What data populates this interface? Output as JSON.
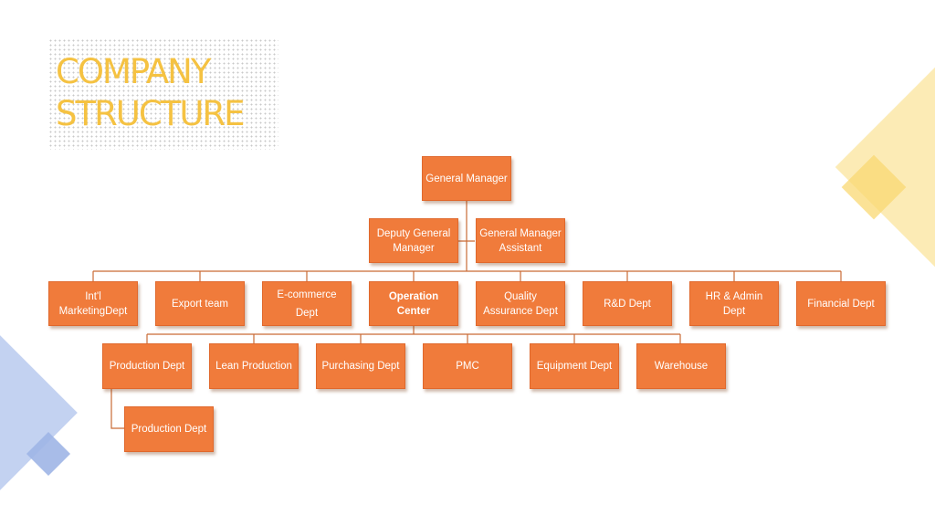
{
  "title": {
    "line1": "COMPANY",
    "line2": "STRUCTURE"
  },
  "colors": {
    "node": "#f07b3b",
    "line": "#c96a35",
    "title": "#f5c242"
  },
  "org": {
    "general_manager": "General Manager",
    "deputy_gm": "Deputy General Manager",
    "gm_assistant": "General Manager Assistant",
    "departments": {
      "intl_marketing": "Int'l MarketingDept",
      "export_team": "Export team",
      "ecommerce": "E-commerce\nDept",
      "operation_center": "Operation Center",
      "quality": "Quality Assurance Dept",
      "rd": "R&D Dept",
      "hr_admin": "HR & Admin Dept",
      "financial": "Financial Dept"
    },
    "operations": {
      "production": "Production Dept",
      "lean": "Lean Production",
      "purchasing": "Purchasing Dept",
      "pmc": "PMC",
      "equipment": "Equipment Dept",
      "warehouse": "Warehouse"
    },
    "production_sub": "Production Dept"
  }
}
